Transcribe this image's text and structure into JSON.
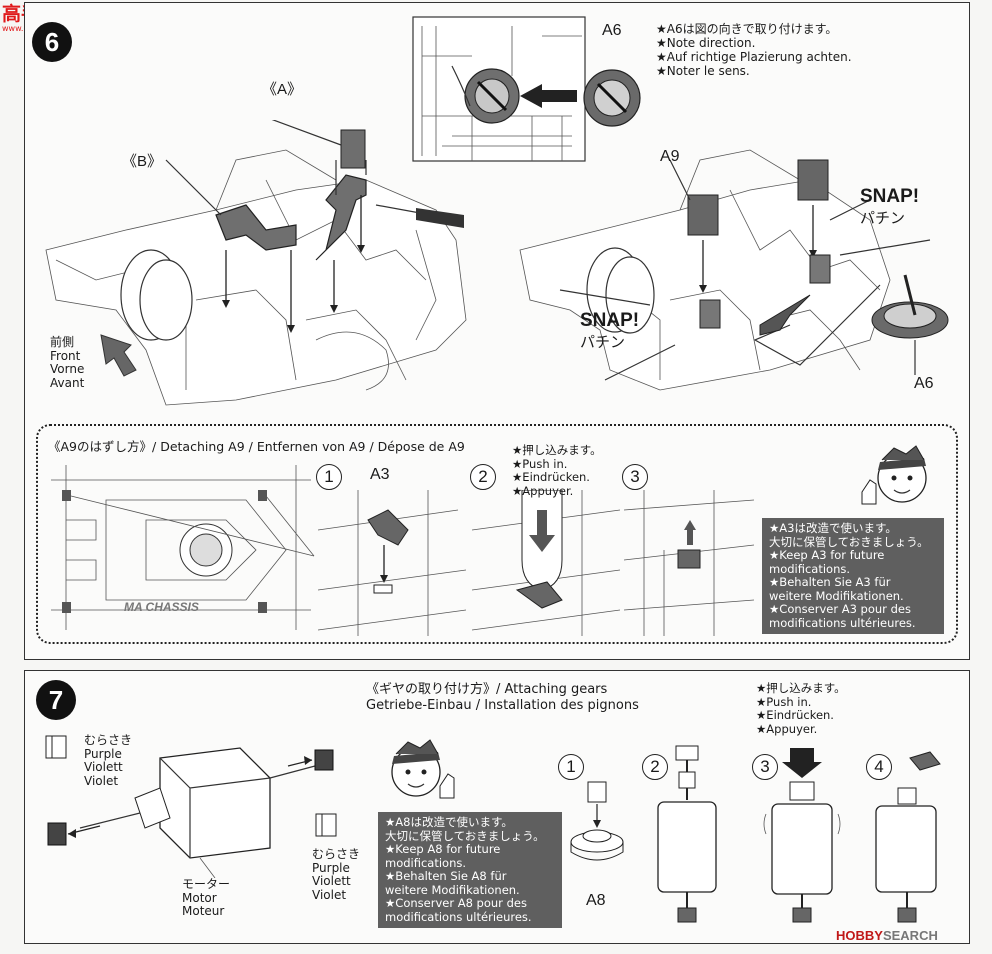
{
  "watermark": {
    "top": "高手网",
    "bottom": "www.gaoshou.com"
  },
  "footer": {
    "hobby": "HOBBY",
    "search": "SEARCH"
  },
  "step6": {
    "number": "6",
    "label_a": "《A》",
    "label_b": "《B》",
    "part_a6_top": "A6",
    "part_a6_bottom": "A6",
    "part_a9": "A9",
    "a6_note": [
      "★A6は図の向きで取り付けます。",
      "★Note direction.",
      "★Auf richtige Plazierung achten.",
      "★Noter le sens."
    ],
    "direction": [
      "前側",
      "Front",
      "Vorne",
      "Avant"
    ],
    "snap_right": {
      "en": "SNAP!",
      "jp": "パチン"
    },
    "snap_left": {
      "en": "SNAP!",
      "jp": "パチン"
    },
    "detach": {
      "title": "《A9のはずし方》/ Detaching A9 / Entfernen von A9 / Dépose de A9",
      "steps": [
        "1",
        "2",
        "3"
      ],
      "part_a3": "A3",
      "push_note": [
        "★押し込みます。",
        "★Push in.",
        "★Eindrücken.",
        "★Appuyer."
      ],
      "keep_note": [
        "★A3は改造で使います。",
        "大切に保管しておきましょう。",
        "★Keep A3 for future",
        "modifications.",
        "★Behalten Sie A3 für",
        "weitere Modifikationen.",
        "★Conserver A3 pour des",
        "modifications ultérieures."
      ],
      "chassis_text": "MA CHASSIS"
    }
  },
  "step7": {
    "number": "7",
    "gear_title_1": "《ギヤの取り付け方》/ Attaching gears",
    "gear_title_2": "Getriebe-Einbau / Installation des pignons",
    "purple_left": [
      "むらさき",
      "Purple",
      "Violett",
      "Violet"
    ],
    "purple_right": [
      "むらさき",
      "Purple",
      "Violett",
      "Violet"
    ],
    "motor": [
      "モーター",
      "Motor",
      "Moteur"
    ],
    "keep_note": [
      "★A8は改造で使います。",
      "大切に保管しておきましょう。",
      "★Keep A8 for future",
      "modifications.",
      "★Behalten Sie A8 für",
      "weitere Modifikationen.",
      "★Conserver A8 pour des",
      "modifications ultérieures."
    ],
    "push_note": [
      "★押し込みます。",
      "★Push in.",
      "★Eindrücken.",
      "★Appuyer."
    ],
    "part_a8": "A8",
    "steps": [
      "1",
      "2",
      "3",
      "4"
    ]
  }
}
